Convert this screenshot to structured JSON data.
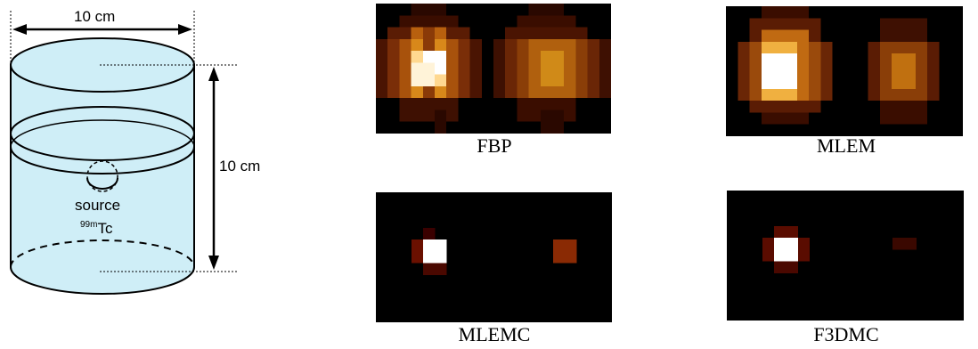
{
  "figure": {
    "width_label": "10 cm",
    "height_label": "10 cm",
    "source_label": "source",
    "isotope_mass": "99m",
    "isotope_symbol": "Tc",
    "colors": {
      "water": "#cfeef7",
      "line": "#000000",
      "background": "#000000"
    }
  },
  "panels": [
    {
      "label": "FBP",
      "colormap": "hot-brown"
    },
    {
      "label": "MLEM",
      "colormap": "hot-brown"
    },
    {
      "label": "MLEMC",
      "colormap": "hot-brown"
    },
    {
      "label": "F3DMC",
      "colormap": "hot-brown"
    }
  ]
}
